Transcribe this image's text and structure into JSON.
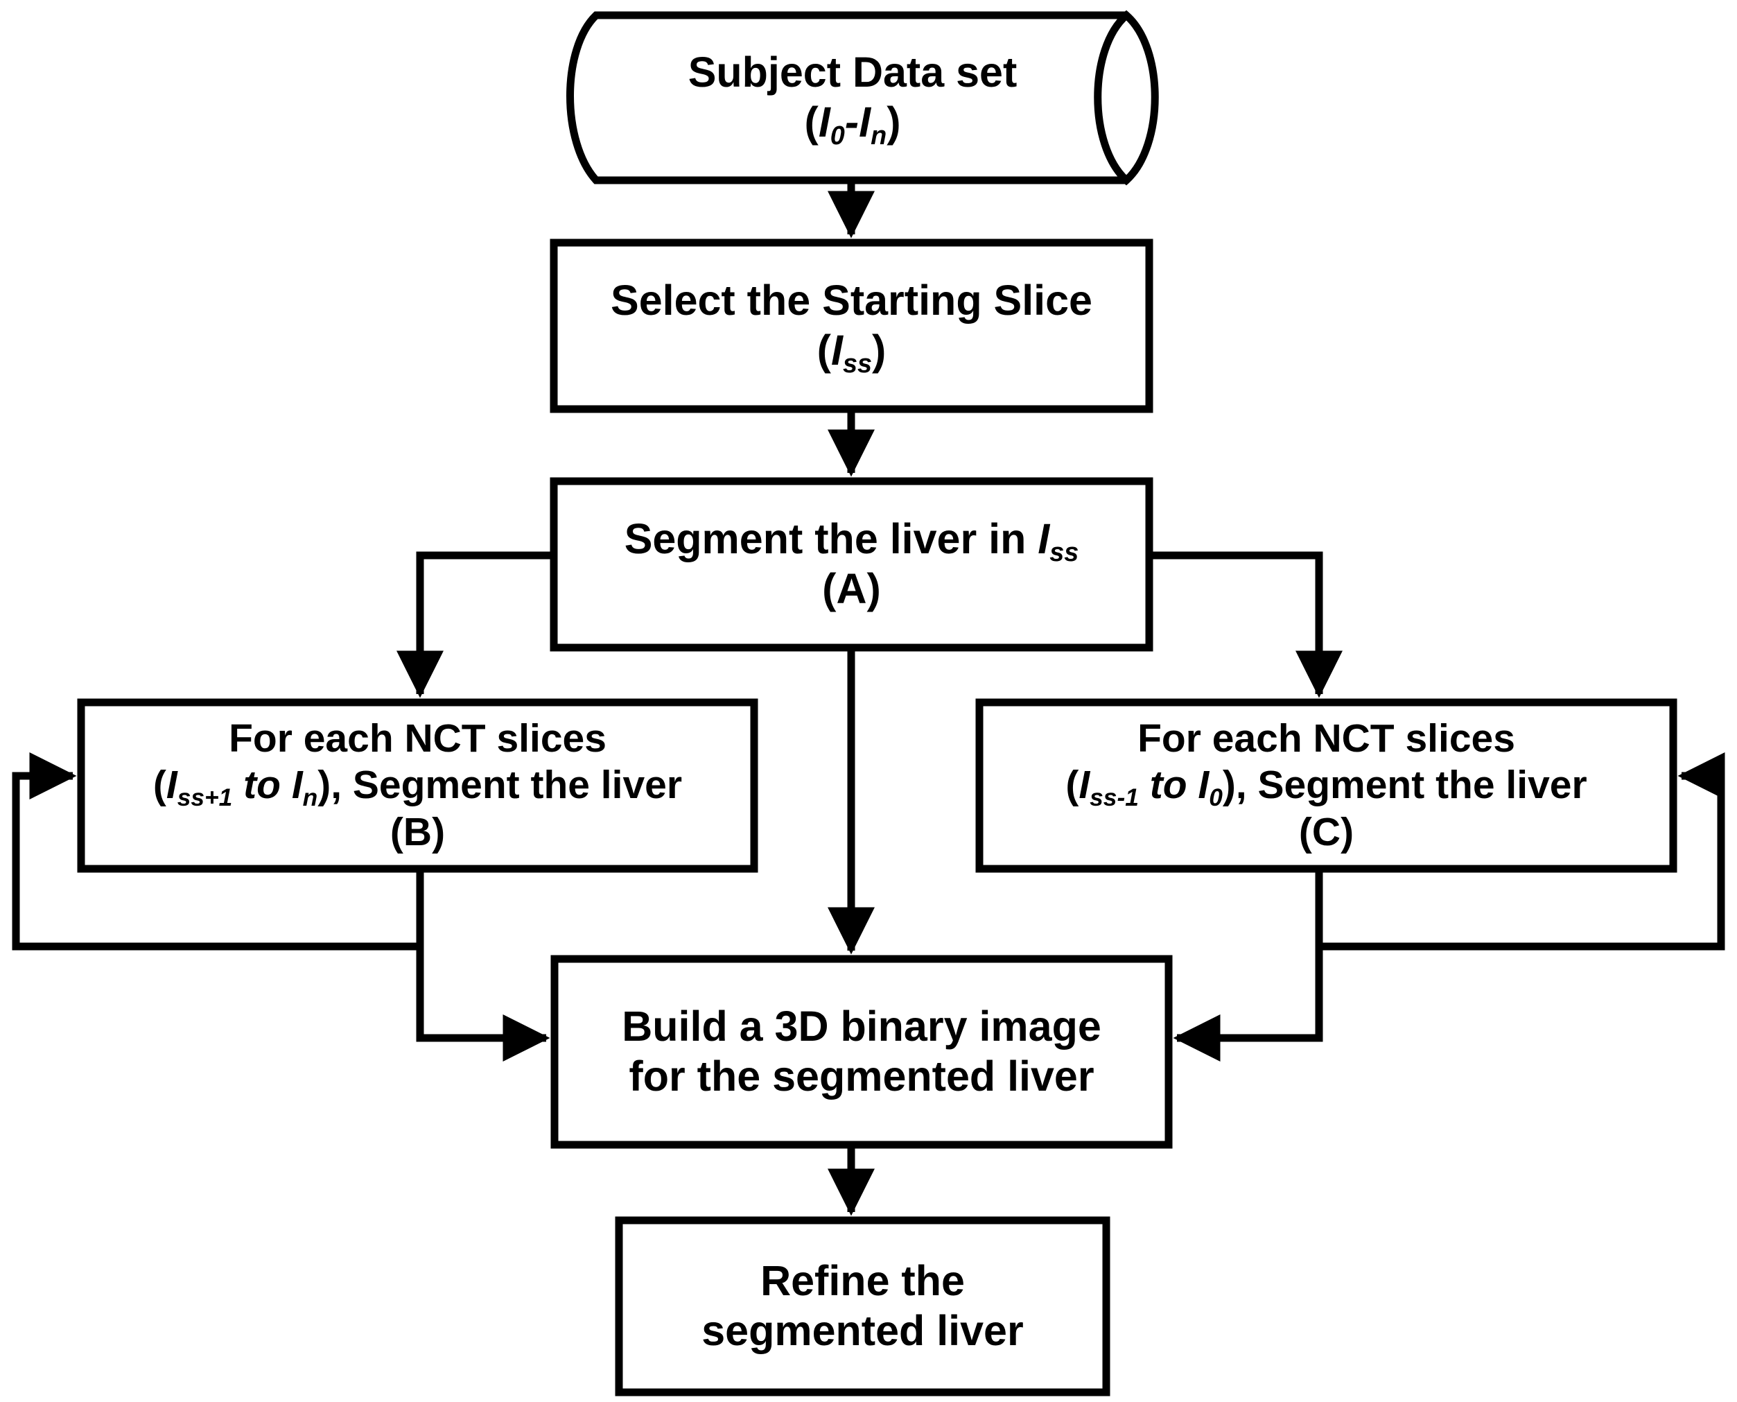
{
  "diagram": {
    "title": "Liver segmentation workflow flowchart",
    "type": "flowchart",
    "background_color": "#ffffff",
    "stroke_color": "#000000",
    "text_color": "#000000"
  },
  "nodes": {
    "data_source": {
      "shape": "cylinder",
      "line1": "Subject Data set",
      "line2_prefix": "(",
      "line2_var1": "I",
      "line2_sub1": "0",
      "line2_dash": "-",
      "line2_var2": "I",
      "line2_sub2": "n",
      "line2_suffix": ")"
    },
    "select_slice": {
      "shape": "rectangle",
      "line1": "Select the Starting Slice",
      "line2_prefix": "(",
      "line2_var1": "I",
      "line2_sub1": "ss",
      "line2_suffix": ")"
    },
    "segment_a": {
      "shape": "rectangle",
      "line1_text": "Segment the liver in ",
      "line1_var": "I",
      "line1_sub": "ss",
      "line2": "(A)"
    },
    "segment_b": {
      "shape": "rectangle",
      "line1": "For each NCT slices",
      "line2_open": "(",
      "line2_var1": "I",
      "line2_sub1": "ss+1",
      "line2_mid": " to ",
      "line2_var2": "I",
      "line2_sub2": "n",
      "line2_close": "), Segment the liver",
      "line3": "(B)"
    },
    "segment_c": {
      "shape": "rectangle",
      "line1": "For each NCT slices",
      "line2_open": "(",
      "line2_var1": "I",
      "line2_sub1": "ss-1",
      "line2_mid": " to ",
      "line2_var2": "I",
      "line2_sub2": "0",
      "line2_close": "), Segment the liver",
      "line3": "(C)"
    },
    "build_3d": {
      "shape": "rectangle",
      "line1": "Build a 3D binary image",
      "line2": "for the segmented liver"
    },
    "refine": {
      "shape": "rectangle",
      "line1": "Refine the",
      "line2": "segmented liver"
    }
  },
  "connectors": [
    {
      "name": "data-source-to-select-slice",
      "from": "data_source",
      "to": "select_slice",
      "style": "arrow-down"
    },
    {
      "name": "select-slice-to-segment-a",
      "from": "select_slice",
      "to": "segment_a",
      "style": "arrow-down"
    },
    {
      "name": "segment-a-to-segment-b",
      "from": "segment_a",
      "to": "segment_b",
      "style": "elbow-left-down-arrow"
    },
    {
      "name": "segment-a-to-segment-c",
      "from": "segment_a",
      "to": "segment_c",
      "style": "elbow-right-down-arrow"
    },
    {
      "name": "segment-a-to-build-3d",
      "from": "segment_a",
      "to": "build_3d",
      "style": "arrow-down"
    },
    {
      "name": "segment-b-loop-back",
      "from": "segment_b",
      "to": "segment_b",
      "style": "feedback-loop-left"
    },
    {
      "name": "segment-b-to-build-3d",
      "from": "segment_b",
      "to": "build_3d",
      "style": "elbow-down-right-arrow"
    },
    {
      "name": "segment-c-loop-back",
      "from": "segment_c",
      "to": "segment_c",
      "style": "feedback-loop-right"
    },
    {
      "name": "segment-c-to-build-3d",
      "from": "segment_c",
      "to": "build_3d",
      "style": "elbow-down-left-arrow"
    },
    {
      "name": "build-3d-to-refine",
      "from": "build_3d",
      "to": "refine",
      "style": "arrow-down"
    }
  ]
}
